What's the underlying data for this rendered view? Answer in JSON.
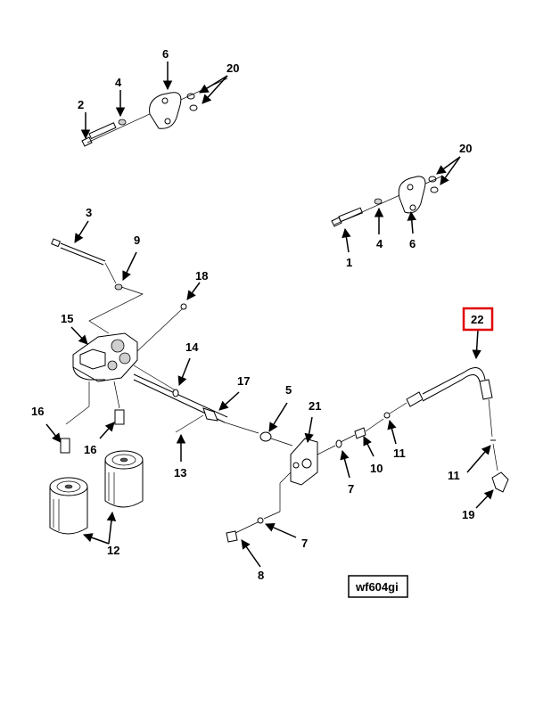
{
  "callouts": {
    "c1": "1",
    "c2": "2",
    "c3": "3",
    "c4a": "4",
    "c4b": "4",
    "c5": "5",
    "c6a": "6",
    "c6b": "6",
    "c7a": "7",
    "c7b": "7",
    "c8": "8",
    "c9": "9",
    "c10": "10",
    "c11a": "11",
    "c11b": "11",
    "c12": "12",
    "c13": "13",
    "c14": "14",
    "c15": "15",
    "c16a": "16",
    "c16b": "16",
    "c17": "17",
    "c18": "18",
    "c19": "19",
    "c20a": "20",
    "c20b": "20",
    "c21": "21",
    "c22": "22"
  },
  "highlight": {
    "label": "22",
    "color": "#e00000"
  },
  "figure_id": "wf604gi"
}
